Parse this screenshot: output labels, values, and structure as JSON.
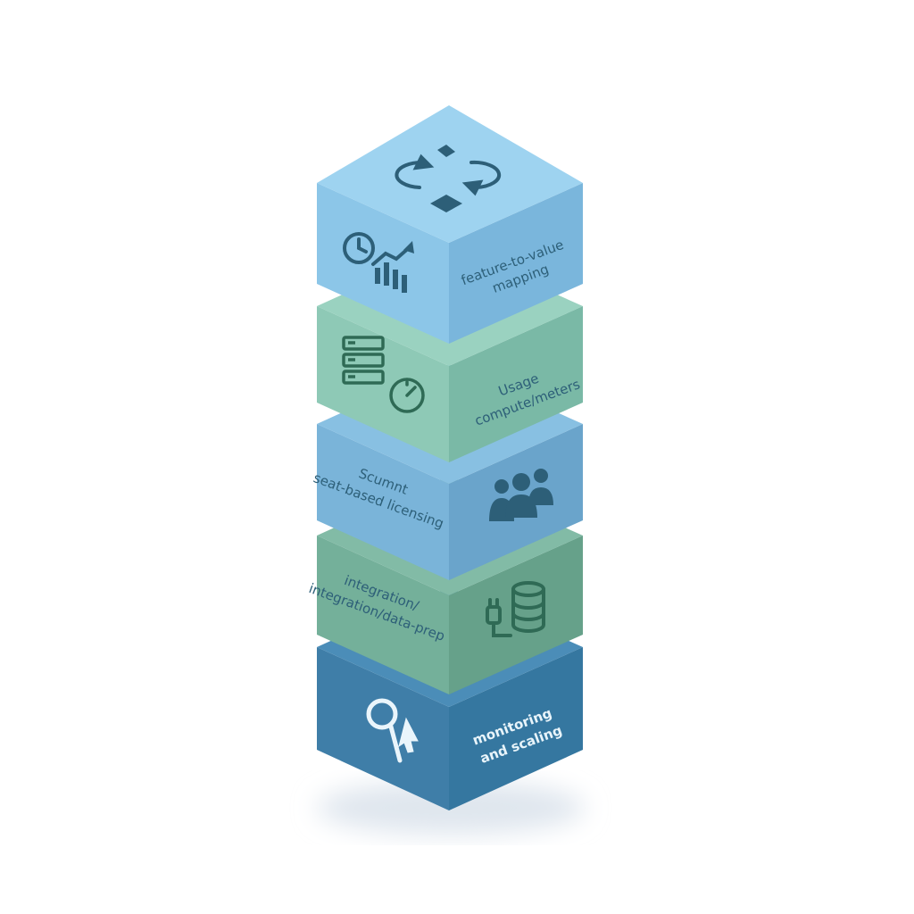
{
  "colors": {
    "background": "#ffffff",
    "block_light_blue": "#8ec7e8",
    "block_teal_green": "#7fbcab",
    "block_mid_blue": "#6fa9cf",
    "block_green": "#6ea792",
    "block_dark_blue": "#3f7ea8",
    "label_dark": "#2d5f78",
    "label_light": "#e8f4fa"
  },
  "blocks": [
    {
      "id": "top",
      "label_lines": [
        "feature-to-value",
        "mapping"
      ],
      "icons": [
        "refresh-arrows-icon",
        "clock-growth-chart-icon"
      ]
    },
    {
      "id": "usage",
      "label_lines": [
        "Usage",
        "compute/meters"
      ],
      "icons": [
        "server-stack-icon",
        "gauge-icon"
      ]
    },
    {
      "id": "seat",
      "label_lines": [
        "Scumnt",
        "seat-based licensing"
      ],
      "icons": [
        "users-group-icon"
      ]
    },
    {
      "id": "integration",
      "label_lines": [
        "integration/",
        "integration/data-prep"
      ],
      "icons": [
        "plug-database-icon"
      ]
    },
    {
      "id": "monitoring",
      "label_lines": [
        "monitoring",
        "and scaling"
      ],
      "icons": [
        "magnifier-cursor-icon"
      ]
    }
  ]
}
